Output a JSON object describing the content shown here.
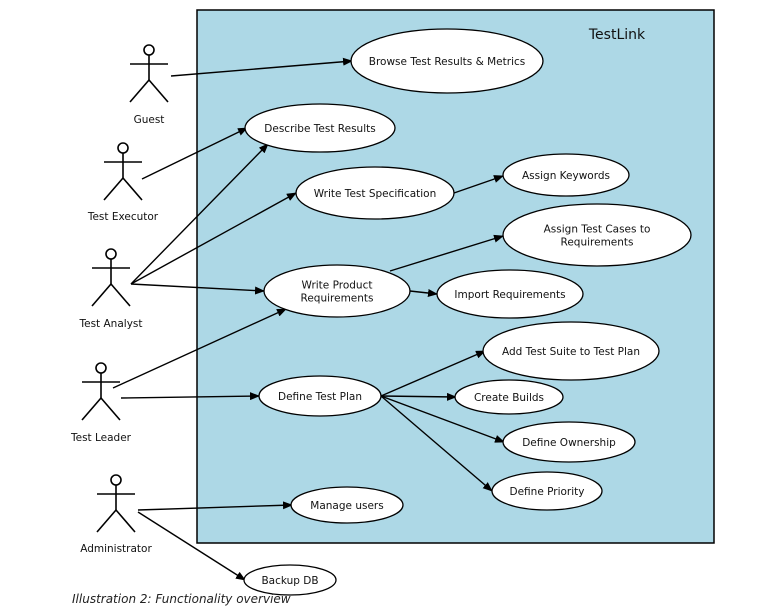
{
  "system": {
    "title": "TestLink"
  },
  "actors": {
    "guest": "Guest",
    "executor": "Test Executor",
    "analyst": "Test Analyst",
    "leader": "Test Leader",
    "admin": "Administrator"
  },
  "use_cases": {
    "browse": [
      "Browse Test Results & Metrics"
    ],
    "describe": [
      "Describe Test Results"
    ],
    "spec": [
      "Write Test Specification"
    ],
    "keywords": [
      "Assign Keywords"
    ],
    "assign_tc": [
      "Assign Test Cases to",
      "Requirements"
    ],
    "product_req": [
      "Write Product",
      "Requirements"
    ],
    "import_req": [
      "Import Requirements"
    ],
    "suite": [
      "Add Test Suite to Test Plan"
    ],
    "plan": [
      "Define Test Plan"
    ],
    "builds": [
      "Create Builds"
    ],
    "ownership": [
      "Define Ownership"
    ],
    "priority": [
      "Define Priority"
    ],
    "users": [
      "Manage users"
    ],
    "backup": [
      "Backup DB"
    ]
  },
  "caption": "Illustration 2: Functionality overview"
}
